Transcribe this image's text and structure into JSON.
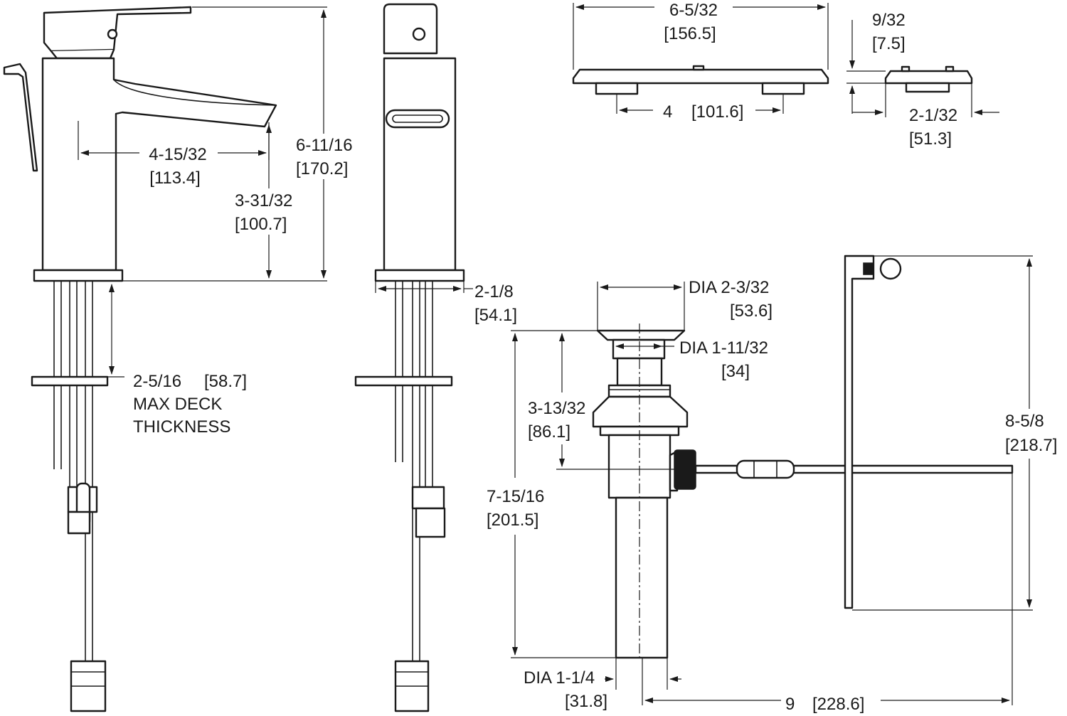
{
  "colors": {
    "line": "#1a1a1a",
    "background": "#ffffff"
  },
  "dims": {
    "spout_reach": {
      "imperial": "4-15/32",
      "metric": "[113.4]"
    },
    "overall_height": {
      "imperial": "6-11/16",
      "metric": "[170.2]"
    },
    "spout_height": {
      "imperial": "3-31/32",
      "metric": "[100.7]"
    },
    "max_deck": {
      "imperial": "2-5/16",
      "metric": "[58.7]",
      "note_line1": "MAX DECK",
      "note_line2": "THICKNESS"
    },
    "base_width": {
      "imperial": "2-1/8",
      "metric": "[54.1]"
    },
    "plate_length": {
      "imperial": "6-5/32",
      "metric": "[156.5]"
    },
    "plate_centers": {
      "imperial": "4",
      "metric": "[101.6]"
    },
    "plate_thickness": {
      "imperial": "9/32",
      "metric": "[7.5]"
    },
    "plate_width": {
      "imperial": "2-1/32",
      "metric": "[51.3]"
    },
    "drain_flange": {
      "imperial": "DIA 2-3/32",
      "metric": "[53.6]"
    },
    "drain_stopper": {
      "imperial": "DIA 1-11/32",
      "metric": "[34]"
    },
    "drain_upper": {
      "imperial": "3-13/32",
      "metric": "[86.1]"
    },
    "drain_overall": {
      "imperial": "7-15/16",
      "metric": "[201.5]"
    },
    "tailpiece": {
      "imperial": "DIA 1-1/4",
      "metric": "[31.8]"
    },
    "rod_length": {
      "imperial": "9",
      "metric": "[228.6]"
    },
    "lift_rod": {
      "imperial": "8-5/8",
      "metric": "[218.7]"
    }
  }
}
